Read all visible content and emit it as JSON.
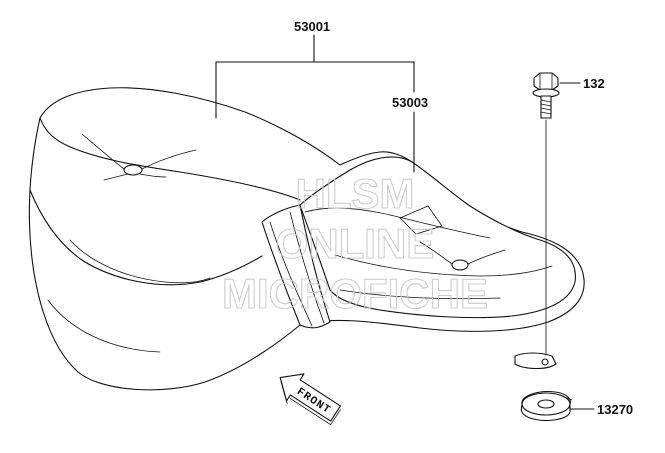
{
  "diagram": {
    "part_numbers": {
      "seat_assembly": "53001",
      "seat_rear": "53003",
      "bolt": "132",
      "washer": "13270"
    },
    "direction_label": "FRONT",
    "watermark": [
      "HLSM",
      "ONLINE",
      "MICROFICHE"
    ]
  }
}
